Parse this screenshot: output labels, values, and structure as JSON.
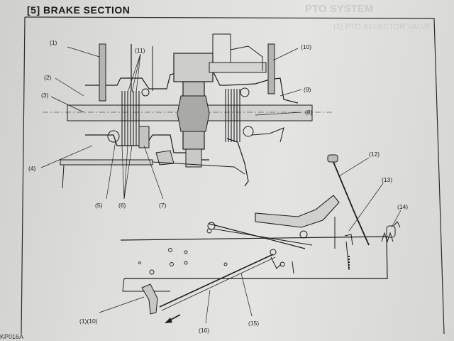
{
  "section_title": "[5]  BRAKE SECTION",
  "bleed_heading": "PTO SYSTEM",
  "bleed_subheading": "(1) PTO SELECTOR VALVE",
  "figure_code": "KP016A",
  "callouts": {
    "c1": "(1)",
    "c2": "(2)",
    "c3": "(3)",
    "c4": "(4)",
    "c5": "(5)",
    "c6": "(6)",
    "c7": "(7)",
    "c8": "(8)",
    "c9": "(9)",
    "c10": "(10)",
    "c11": "(11)",
    "c12": "(12)",
    "c13": "(13)",
    "c14": "(14)",
    "c15": "(15)",
    "c16": "(16)",
    "c1_10": "(1)(10)"
  },
  "colors": {
    "ink": "#1e1e1e",
    "paper": "#e0e0de",
    "shade": "#8c8c8a"
  }
}
